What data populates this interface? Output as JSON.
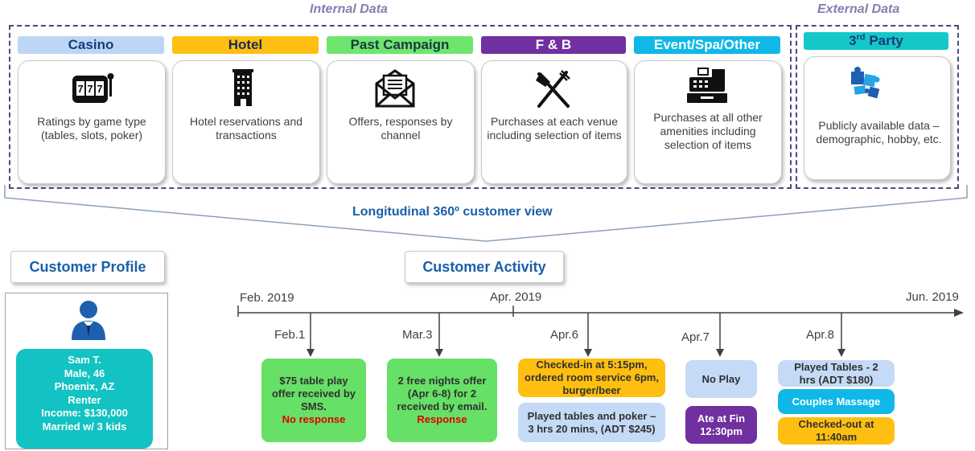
{
  "headers": {
    "internal": "Internal Data",
    "external": "External Data"
  },
  "categories": [
    {
      "label": "Casino",
      "desc": "Ratings by game type (tables, slots, poker)",
      "icon": "slot-machine-icon",
      "color": "#bcd6f4"
    },
    {
      "label": "Hotel",
      "desc": "Hotel reservations and transactions",
      "icon": "building-icon",
      "color": "#ffbf10"
    },
    {
      "label": "Past Campaign",
      "desc": "Offers, responses by channel",
      "icon": "envelope-icon",
      "color": "#6ee66e"
    },
    {
      "label": "F & B",
      "desc": "Purchases at each venue including selection of items",
      "icon": "fork-knife-icon",
      "color": "#7030a0"
    },
    {
      "label": "Event/Spa/Other",
      "desc": "Purchases at all other amenities including selection of items",
      "icon": "cash-register-icon",
      "color": "#10b8e8"
    }
  ],
  "third_party": {
    "label_main": "3",
    "label_sup": "rd",
    "label_rest": " Party",
    "desc": "Publicly available data – demographic, hobby, etc.",
    "icon": "puzzle-icon",
    "color": "#14c8c8"
  },
  "summary": "Longitudinal 360º customer view",
  "profile": {
    "title": "Customer Profile",
    "icon": "person-icon",
    "lines": [
      "Sam T.",
      "Male, 46",
      "Phoenix, AZ",
      "Renter",
      "Income: $130,000",
      "Married w/ 3 kids"
    ]
  },
  "activity": {
    "title": "Customer Activity",
    "axis_dates": [
      "Feb. 2019",
      "Apr. 2019",
      "Jun. 2019"
    ],
    "events": [
      {
        "date": "Feb.1",
        "boxes": [
          {
            "text": "$75 table play offer received by SMS.",
            "highlight": "No response",
            "color": "green"
          }
        ]
      },
      {
        "date": "Mar.3",
        "boxes": [
          {
            "text": "2 free nights offer (Apr 6-8) for 2 received by email.",
            "highlight": "Response",
            "color": "green"
          }
        ]
      },
      {
        "date": "Apr.6",
        "boxes": [
          {
            "text": "Checked-in at 5:15pm, ordered room service 6pm, burger/beer",
            "color": "orange"
          },
          {
            "text": "Played tables and poker – 3 hrs 20 mins, (ADT $245)",
            "color": "lblue"
          }
        ]
      },
      {
        "date": "Apr.7",
        "boxes": [
          {
            "text": "No Play",
            "color": "lblue"
          },
          {
            "text": "Ate at Fin 12:30pm",
            "color": "purple"
          }
        ]
      },
      {
        "date": "Apr.8",
        "boxes": [
          {
            "text": "Played Tables - 2 hrs (ADT $180)",
            "color": "lblue"
          },
          {
            "text": "Couples Massage",
            "color": "cyan"
          },
          {
            "text": "Checked-out at 11:40am",
            "color": "orange"
          }
        ]
      }
    ]
  }
}
